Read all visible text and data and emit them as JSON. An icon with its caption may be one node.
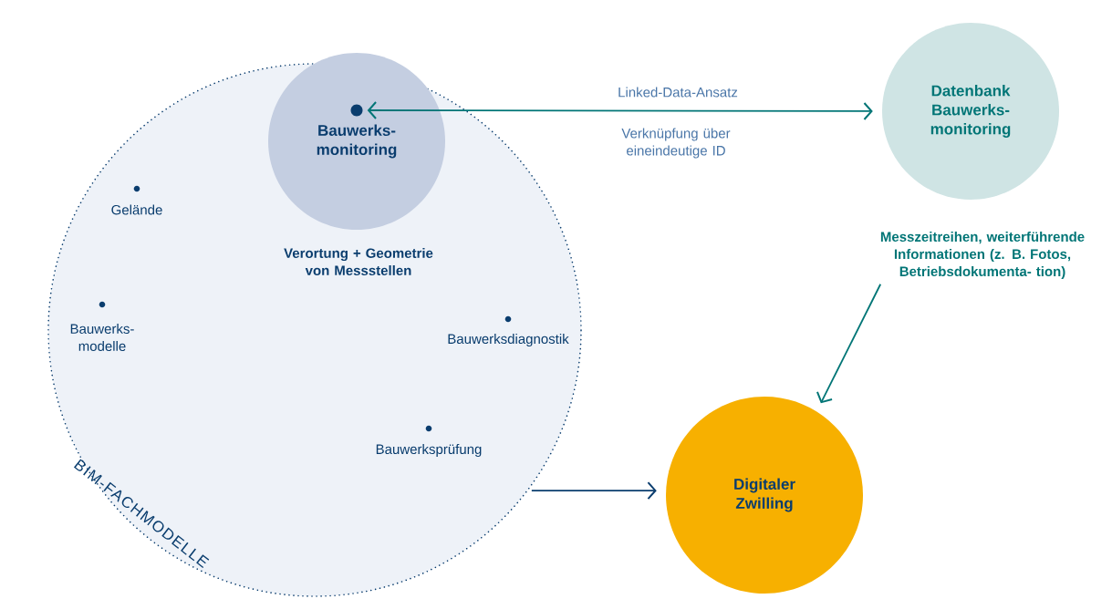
{
  "diagram": {
    "nodes": [
      {
        "text": [
          "BIM-FACHMODELLE"
        ]
      },
      {
        "text": [
          "Bauwerks- monitoring"
        ],
        "in": 0
      },
      {
        "text": [],
        "shape": "circle",
        "in": 1
      },
      {
        "text": [
          "Datenbank",
          "Bauwerks- monitoring"
        ]
      },
      {
        "text": [
          "Messzeitreihen, weiterführende Informationen (z. B. Fotos, Betriebsdokumenta- tion)"
        ]
      },
      {
        "text": [
          "Digitaler Zwilling"
        ]
      }
    ],
    "edges": [
      {
        "from": 2,
        "to": 3,
        "arrow": "both",
        "label": "Linked-Data-Ansatz"
      },
      {
        "from": 4,
        "to": 5,
        "arrow": "to"
      },
      {
        "from": 0,
        "to": 5,
        "arrow": "to",
        "color": "#0a3d6e"
      }
    ],
    "labels": [
      "Verknüpfung über eineindeutige ID",
      "Gelände",
      "Verortung + Geometrie von Messstellen",
      "Bauwerks- modelle",
      "Bauwerksdiagnostik",
      "Bauwerksprüfung"
    ]
  }
}
